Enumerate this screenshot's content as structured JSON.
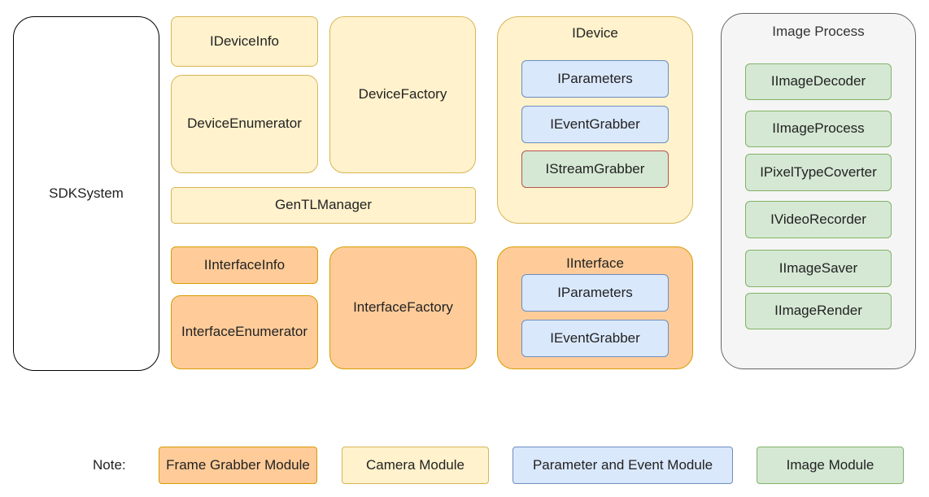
{
  "system": {
    "label": "SDKSystem"
  },
  "camera": {
    "device_info": "IDeviceInfo",
    "device_factory": "DeviceFactory",
    "device_enumerator": "DeviceEnumerator",
    "gentl_manager": "GenTLManager"
  },
  "idevice": {
    "title": "IDevice",
    "parameters": "IParameters",
    "event_grabber": "IEventGrabber",
    "stream_grabber": "IStreamGrabber"
  },
  "frame_grabber": {
    "interface_info": "IInterfaceInfo",
    "interface_factory": "InterfaceFactory",
    "interface_enumerator": "InterfaceEnumerator"
  },
  "iinterface": {
    "title": "IInterface",
    "parameters": "IParameters",
    "event_grabber": "IEventGrabber"
  },
  "image_process": {
    "title": "Image Process",
    "items": [
      "IImageDecoder",
      "IImageProcess",
      "IPixelTypeCoverter",
      "IVideoRecorder",
      "IImageSaver",
      "IImageRender"
    ]
  },
  "legend": {
    "note": "Note:",
    "frame_grabber": "Frame Grabber Module",
    "camera": "Camera Module",
    "parameter_event": "Parameter and Event Module",
    "image": "Image Module"
  },
  "colors": {
    "camera_fill": "#fff2cc",
    "camera_stroke": "#d6b656",
    "frame_grabber_fill": "#ffcc99",
    "frame_grabber_stroke": "#d79b00",
    "parameter_fill": "#dae8fc",
    "parameter_stroke": "#6c8ebf",
    "image_fill": "#d5e8d4",
    "image_stroke": "#82b366",
    "process_fill": "#f5f5f5",
    "process_stroke": "#666666"
  }
}
